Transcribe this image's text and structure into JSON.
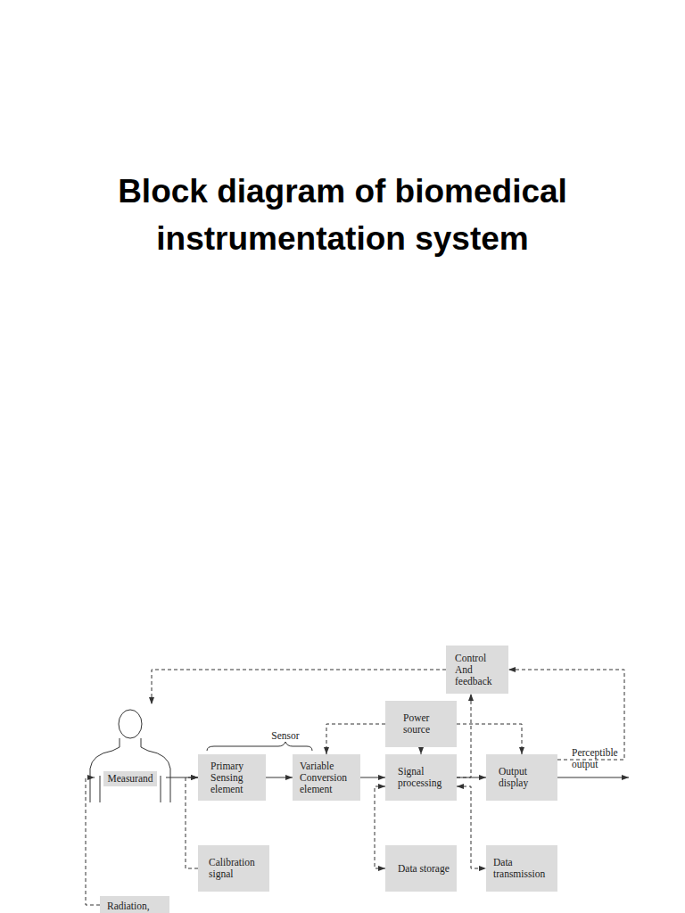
{
  "diagram": {
    "title": "Block diagram of biomedical instrumentation system",
    "nodes": [
      {
        "text": [
          "Control And feedback"
        ]
      },
      {
        "text": [
          "Power source"
        ]
      },
      {
        "text": [
          "Measurand"
        ]
      },
      {
        "text": [
          "Primary Sensing element"
        ]
      },
      {
        "text": [
          "Variable Conversion element"
        ]
      },
      {
        "text": [
          "Signal processing"
        ]
      },
      {
        "text": [
          "Output display"
        ]
      },
      {
        "text": [
          "Calibration signal"
        ]
      },
      {
        "text": [
          "Data storage"
        ]
      },
      {
        "text": [
          "Data transmission"
        ]
      },
      {
        "text": [
          "Radiation,"
        ]
      }
    ],
    "edges": [
      {
        "from": 2,
        "to": 3,
        "arrow": "to"
      },
      {
        "from": 3,
        "to": 4,
        "arrow": "to"
      },
      {
        "from": 4,
        "to": 5,
        "arrow": "to"
      },
      {
        "from": 5,
        "to": 6,
        "arrow": "to"
      },
      {
        "from": 7,
        "to": 3,
        "arrow": "to"
      },
      {
        "from": 10,
        "to": 2,
        "arrow": "to"
      },
      {
        "from": 1,
        "to": 4,
        "arrow": "to"
      },
      {
        "from": 1,
        "to": 5,
        "arrow": "to"
      },
      {
        "from": 1,
        "to": 6,
        "arrow": "to"
      },
      {
        "from": 0,
        "to": 2,
        "arrow": "to"
      },
      {
        "from": 6,
        "to": 0,
        "arrow": "to"
      },
      {
        "from": 5,
        "to": 0,
        "arrow": "to"
      },
      {
        "from": 5,
        "to": 8,
        "arrow": "both"
      },
      {
        "from": 5,
        "to": 9,
        "arrow": "both"
      }
    ],
    "labels": [
      "Sensor",
      "Perceptible output"
    ]
  }
}
